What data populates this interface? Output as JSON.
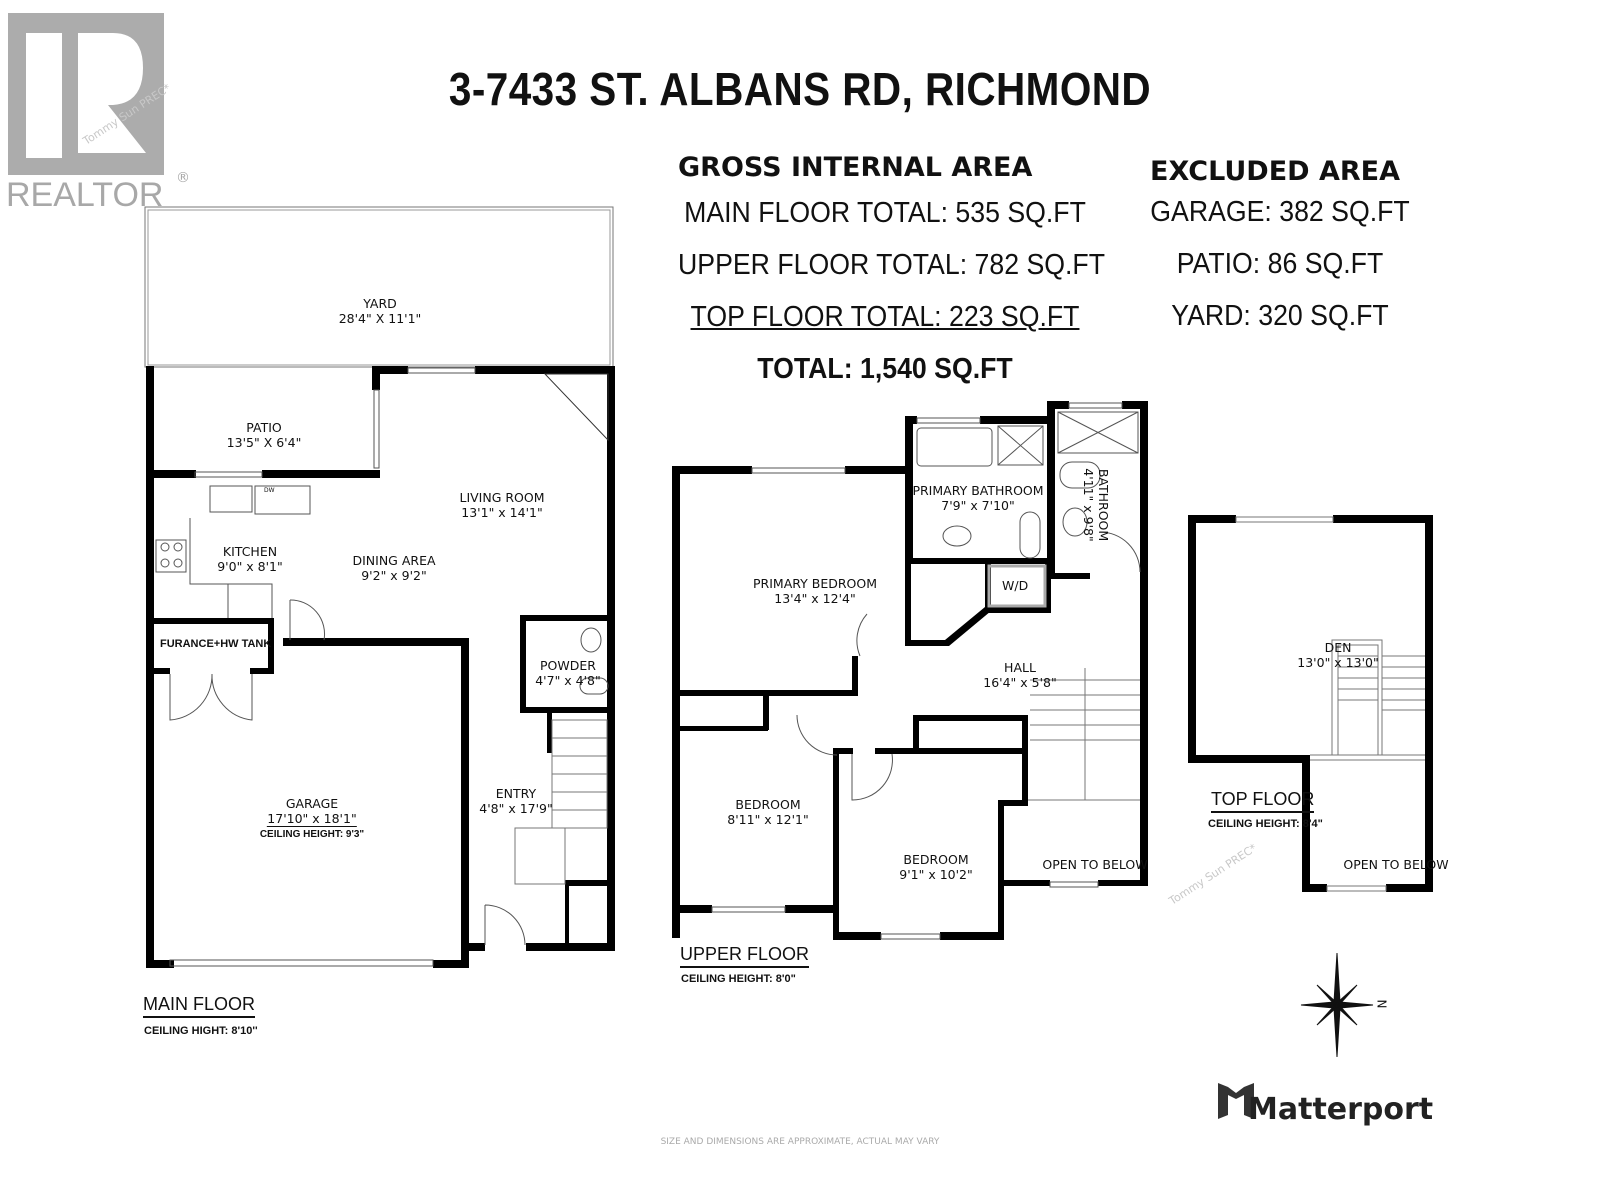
{
  "logo": {
    "realtor_text": "REALTOR",
    "registered": "®"
  },
  "watermark": "Tommy Sun PREC*",
  "title": "3-7433 ST. ALBANS RD, RICHMOND",
  "gross_area": {
    "heading": "GROSS INTERNAL AREA",
    "main": "MAIN FLOOR TOTAL: 535 SQ.FT",
    "upper": "UPPER FLOOR TOTAL: 782 SQ.FT",
    "top": "TOP FLOOR TOTAL: 223 SQ.FT",
    "total": "TOTAL: 1,540 SQ.FT"
  },
  "excluded_area": {
    "heading": "EXCLUDED AREA",
    "garage": "GARAGE: 382 SQ.FT",
    "patio": "PATIO: 86 SQ.FT",
    "yard": "YARD: 320 SQ.FT"
  },
  "main_floor": {
    "label": "MAIN FLOOR",
    "ceiling": "CEILING HIGHT: 8'10''",
    "rooms": {
      "yard": {
        "name": "YARD",
        "dims": "28'4\" X 11'1\""
      },
      "patio": {
        "name": "PATIO",
        "dims": "13'5\" X 6'4\""
      },
      "living": {
        "name": "LIVING ROOM",
        "dims": "13'1\" x 14'1\""
      },
      "kitchen": {
        "name": "KITCHEN",
        "dims": "9'0\" x 8'1\""
      },
      "dining": {
        "name": "DINING AREA",
        "dims": "9'2\" x 9'2\""
      },
      "furnace": {
        "name": "FURANCE+HW TANK"
      },
      "powder": {
        "name": "POWDER",
        "dims": "4'7\" x 4'8\""
      },
      "garage": {
        "name": "GARAGE",
        "dims": "17'10\" x 18'1\"",
        "ceiling": "CEILING HEIGHT: 9'3\""
      },
      "entry": {
        "name": "ENTRY",
        "dims": "4'8\" x 17'9\""
      },
      "dw": "DW"
    }
  },
  "upper_floor": {
    "label": "UPPER FLOOR",
    "ceiling": "CEILING HEIGHT: 8'0\"",
    "rooms": {
      "primary_bed": {
        "name": "PRIMARY BEDROOM",
        "dims": "13'4\" x 12'4\""
      },
      "primary_bath": {
        "name": "PRIMARY BATHROOM",
        "dims": "7'9\" x 7'10\""
      },
      "bathroom": {
        "name": "BATHROOM",
        "dims": "4'11\" x 9'8\""
      },
      "wd": {
        "name": "W/D"
      },
      "hall": {
        "name": "HALL",
        "dims": "16'4\" x 5'8\""
      },
      "bed1": {
        "name": "BEDROOM",
        "dims": "8'11\" x 12'1\""
      },
      "bed2": {
        "name": "BEDROOM",
        "dims": "9'1\" x 10'2\""
      },
      "open": {
        "name": "OPEN TO BELOW"
      }
    }
  },
  "top_floor": {
    "label": "TOP FLOOR",
    "ceiling": "CEILING HEIGHT: 8'4\"",
    "rooms": {
      "den": {
        "name": "DEN",
        "dims": "13'0\" x 13'0\""
      },
      "open": {
        "name": "OPEN TO BELOW"
      }
    }
  },
  "compass": {
    "north": "N"
  },
  "brand": "Matterport",
  "footer": "SIZE AND DIMENSIONS ARE APPROXIMATE, ACTUAL MAY VARY"
}
